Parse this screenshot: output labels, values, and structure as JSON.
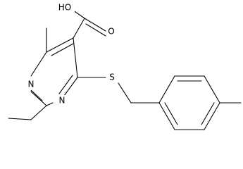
{
  "molecule": {
    "atoms": {
      "carboxyl_oh": "HO",
      "carbonyl_o": "O",
      "ring_n_left": "N",
      "ring_n_bottom": "N",
      "sulfur": "S"
    }
  },
  "colors": {
    "bond": "#000000",
    "label": "#000000",
    "background": "#ffffff"
  }
}
